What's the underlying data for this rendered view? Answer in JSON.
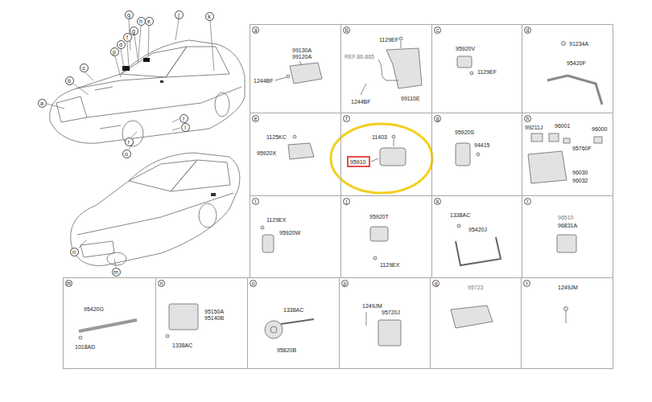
{
  "diagram": {
    "nodes": [
      {
        "text": [
          "a",
          "99130A",
          "99120A",
          "1244BF"
        ]
      },
      {
        "text": [
          "b",
          "1129EF",
          "REF.86-865",
          "1244BF",
          "99110E"
        ]
      },
      {
        "text": [
          "c",
          "95920V",
          "1129EF"
        ]
      },
      {
        "text": [
          "d",
          "91234A",
          "95420F"
        ]
      },
      {
        "text": [
          "e",
          "1125KC",
          "95920X"
        ]
      },
      {
        "text": [
          "f",
          "11403",
          "95910"
        ]
      },
      {
        "text": [
          "g",
          "95920S",
          "94415"
        ]
      },
      {
        "text": [
          "h",
          "99211J",
          "96001",
          "96000",
          "95760F",
          "96030",
          "96032"
        ]
      },
      {
        "text": [
          "i",
          "1129EX",
          "95920W"
        ]
      },
      {
        "text": [
          "j",
          "95920T",
          "1129EX"
        ]
      },
      {
        "text": [
          "k",
          "1338AC",
          "95420J"
        ]
      },
      {
        "text": [
          "l",
          "96510",
          "96831A"
        ]
      },
      {
        "text": [
          "m",
          "95420G",
          "1018AD"
        ]
      },
      {
        "text": [
          "n",
          "95150A",
          "95140B",
          "1338AC"
        ]
      },
      {
        "text": [
          "o",
          "1338AC",
          "95820B"
        ]
      },
      {
        "text": [
          "p",
          "1249JM",
          "95720J"
        ]
      },
      {
        "text": [
          "q",
          "95723"
        ]
      },
      {
        "text": [
          "r",
          "1249JM"
        ]
      }
    ],
    "labels": [
      "q",
      "h",
      "e",
      "j",
      "k",
      "g",
      "f",
      "d",
      "p",
      "c",
      "b",
      "a",
      "l",
      "i",
      "r",
      "o",
      "n",
      "m"
    ]
  }
}
